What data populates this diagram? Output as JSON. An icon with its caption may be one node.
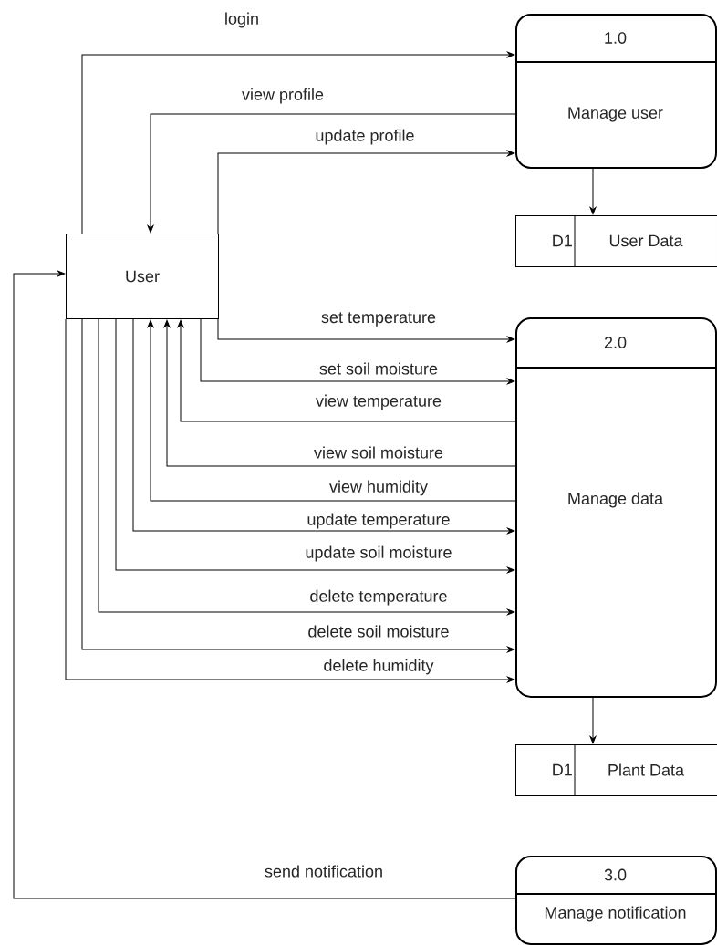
{
  "diagram": {
    "nodes": [
      {
        "text": [
          "User"
        ]
      },
      {
        "text": [
          "1.0",
          "Manage user"
        ]
      },
      {
        "text": [
          "D1",
          "User Data"
        ]
      },
      {
        "text": [
          "2.0",
          "Manage data"
        ]
      },
      {
        "text": [
          "D1",
          "Plant Data"
        ]
      },
      {
        "text": [
          "3.0",
          "Manage notification"
        ]
      }
    ],
    "edges": [
      {
        "from": 0,
        "to": 1,
        "arrow": "to",
        "label": "login"
      },
      {
        "from": 1,
        "to": 0,
        "arrow": "to",
        "label": "view profile"
      },
      {
        "from": 0,
        "to": 1,
        "arrow": "to",
        "label": "update profile"
      },
      {
        "from": 1,
        "to": 2,
        "arrow": "to"
      },
      {
        "from": 0,
        "to": 3,
        "arrow": "to",
        "label": "set temperature"
      },
      {
        "from": 0,
        "to": 3,
        "arrow": "to",
        "label": "set soil moisture"
      },
      {
        "from": 3,
        "to": 0,
        "arrow": "to",
        "label": "view temperature"
      },
      {
        "from": 3,
        "to": 0,
        "arrow": "to",
        "label": "view soil moisture"
      },
      {
        "from": 3,
        "to": 0,
        "arrow": "to",
        "label": "view humidity"
      },
      {
        "from": 0,
        "to": 3,
        "arrow": "to",
        "label": "update temperature"
      },
      {
        "from": 0,
        "to": 3,
        "arrow": "to",
        "label": "update soil moisture"
      },
      {
        "from": 0,
        "to": 3,
        "arrow": "to",
        "label": "delete temperature"
      },
      {
        "from": 0,
        "to": 3,
        "arrow": "to",
        "label": "delete soil moisture"
      },
      {
        "from": 0,
        "to": 3,
        "arrow": "to",
        "label": "delete humidity"
      },
      {
        "from": 3,
        "to": 4,
        "arrow": "to"
      },
      {
        "from": 5,
        "to": 0,
        "arrow": "to",
        "label": "send notification"
      }
    ]
  }
}
